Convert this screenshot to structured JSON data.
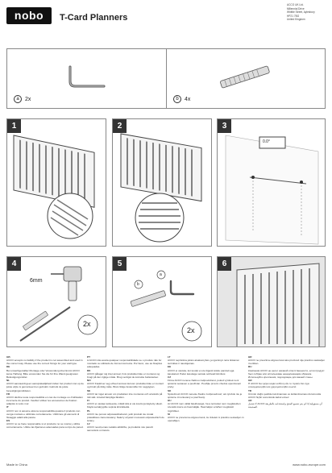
{
  "header": {
    "brand": "nobo",
    "title": "T-Card Planners",
    "address_lines": [
      "ACCO UK Ltd.",
      "Millennial Drive",
      "Whittle Street, Aylesbury",
      "HP21 7BG",
      "United Kingdom"
    ]
  },
  "parts": [
    {
      "letter": "a",
      "qty": "2x",
      "icon": "hook-icon"
    },
    {
      "letter": "b",
      "qty": "4x",
      "icon": "wall-plug-icon"
    }
  ],
  "steps": [
    {
      "number": "1"
    },
    {
      "number": "2"
    },
    {
      "number": "3",
      "angle": "0.0°"
    },
    {
      "number": "4",
      "drill_size": "6mm",
      "qty": "2x"
    },
    {
      "number": "5",
      "qty": "2x",
      "label_a": "a",
      "label_b": "b"
    },
    {
      "number": "6"
    }
  ],
  "text_columns": [
    [
      {
        "lang": "GB",
        "text": "ACCO accepts no liability if the product is not assembled and used in the correct way. Please use the correct fixings for your wall type."
      },
      {
        "lang": "DE",
        "text": "Bei unsachgemäßer Montage oder Verwendung übernimmt ACCO keine Haftung. Bitte verwenden Sie die für Ihre Wand geeigneten Befestigungsmittel."
      },
      {
        "lang": "NL",
        "text": "ACCO aanvaardt geen aansprakelijkheid indien het product niet op de juiste wijze is gemonteerd en gebruikt. Gebruik de juiste bevestigingsmiddelen."
      },
      {
        "lang": "FR",
        "text": "ACCO décline toute responsabilité en cas de montage ou d'utilisation incorrecte du produit. Veuillez utiliser les accessoires de fixation adaptés à votre mur."
      },
      {
        "lang": "IT",
        "text": "ACCO non si assume alcuna responsabilità qualora il prodotto non venga montato e utilizzato correttamente. Utilizzare gli elementi di fissaggio adatti alla parete."
      },
      {
        "lang": "ES",
        "text": "ACCO no se hace responsable si el producto no se monta y utiliza correctamente. Utilice las fijaciones adecuadas para su tipo de pared."
      }
    ],
    [
      {
        "lang": "PT",
        "text": "A ACCO não aceita qualquer responsabilidade se o produto não for montado ou utilizado de forma incorrecta. Por favor, use as fixações adequadas."
      },
      {
        "lang": "DK",
        "text": "ACCO påtager sig intet ansvar, hvis produktet ikke er monteret og brugt på den rigtige måde. Brug venligst de korrekte befæstelser."
      },
      {
        "lang": "NO",
        "text": "ACCO fraskriver seg ethvert ansvar dersom produktet ikke er montert og brukt på riktig måte. Bruk riktige festemidler for veggtypen."
      },
      {
        "lang": "SE",
        "text": "ACCO tar inget ansvar om produkten inte monteras och används på rätt sätt. Använd lämpliga fästdon."
      },
      {
        "lang": "FI",
        "text": "ACCO ei vastaa tuotteesta, mikäli sitä ei ole koottu ja käytetty oikein. Käytä seinätyypille sopivia kiinnikkeitä."
      },
      {
        "lang": "PL",
        "text": "ACCO nie ponosi odpowiedzialności, jeśli produkt nie został prawidłowo zamontowany. Należy używać mocowań odpowiednich do ściany."
      },
      {
        "lang": "LV",
        "text": "ACCO neuzņemas nekādu atbildību, ja produkts nav pareizi samontēts un lietots."
      }
    ],
    [
      {
        "lang": "LT",
        "text": "ACCO neprisiima jokios atsakomybės, jei gaminys nėra tinkamai surinktas ir naudojamas."
      },
      {
        "lang": "EE",
        "text": "ACCO ei vastuta, kui toodet ei ole õigesti kokku pandud ega kasutatud. Palun kasutage seinale sobivaid kinnitusi."
      },
      {
        "lang": "CZ",
        "text": "Firma ACCO nenese žádnou zodpovědnost, pokud výrobek není správně sestaven a používán. Použijte prosím vhodné upevňovací prvky."
      },
      {
        "lang": "SK",
        "text": "Spoločnosť ACCO nenesie žiadnu zodpovednosť, ak výrobok nie je správne zmontovaný a používaný."
      },
      {
        "lang": "HU",
        "text": "Az ACCO nem vállal felelősséget, ha a terméket nem megfelelően szerelik össze és használják. Használjon a falhoz megfelelő rögzítőket."
      },
      {
        "lang": "SI",
        "text": "ACCO ne prevzema odgovornosti, če izdelek ni pravilno sestavljen in uporabljen."
      }
    ],
    [
      {
        "lang": "HR",
        "text": "ACCO ne preuzima odgovornost ako proizvod nije pravilno sastavljen i korišten."
      },
      {
        "lang": "RU",
        "text": "Компания ACCO не несет никакой ответственности, если продукт был собран или использован ненадлежащим образом. Используйте крепления, подходящие для вашей стены."
      },
      {
        "lang": "GR",
        "text": "Η ACCO δεν φέρει καμία ευθύνη εάν το προϊόν δεν έχει συναρμολογηθεί και χρησιμοποιηθεί σωστά."
      },
      {
        "lang": "TR",
        "text": "Ürünün doğru şekilde kurulmaması ve kullanılmaması durumunda ACCO hiçbir sorumluluk kabul etmez."
      },
      {
        "lang": "AR",
        "text": "لا تتحمل ACCO أي مسؤولية إذا لم يتم تجميع المنتج واستخدامه بالطريقة الصحيحة."
      }
    ]
  ],
  "footer": {
    "made_in": "Made in China",
    "url": "www.nobo-europe.com"
  }
}
